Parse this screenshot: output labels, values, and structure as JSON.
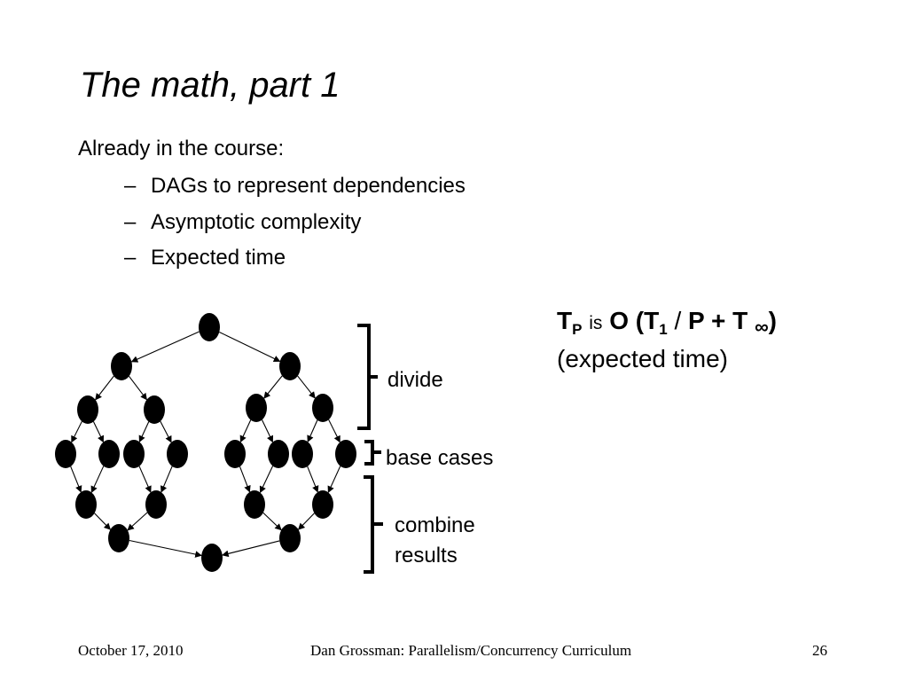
{
  "slide": {
    "title": "The math, part 1",
    "intro": "Already in the course:",
    "bullets": [
      "DAGs to represent dependencies",
      "Asymptotic complexity",
      "Expected time"
    ],
    "bullet_marker": "–"
  },
  "formula": {
    "T": "T",
    "sub_P": "P",
    "is": "is",
    "O_open": "O (T",
    "sub_1": "1",
    "slash": "/",
    "P_plus_T": "P + T",
    "infinity": "∞",
    "close": ")",
    "caption": "(expected time)"
  },
  "diagram": {
    "labels": {
      "divide": "divide",
      "base_cases": "base cases",
      "combine_line1": "combine",
      "combine_line2": "results"
    }
  },
  "footer": {
    "date": "October 17, 2010",
    "author": "Dan Grossman: Parallelism/Concurrency Curriculum",
    "page": "26"
  }
}
